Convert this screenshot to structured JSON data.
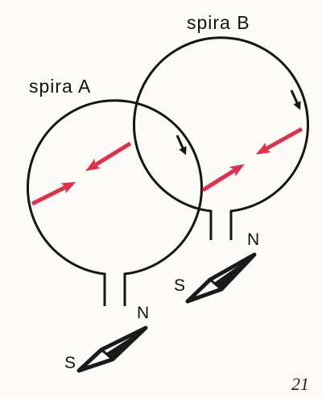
{
  "labels": {
    "loop_a": "spira A",
    "loop_b": "spira B",
    "compass_a_north": "N",
    "compass_a_south": "S",
    "compass_b_north": "N",
    "compass_b_south": "S"
  },
  "page_number": "21",
  "colors": {
    "wire": "#151515",
    "field_arrow": "#e0304a",
    "needle_dark": "#1a1a1a",
    "needle_light": "#ffffff"
  },
  "icons": {
    "compass_a": "compass-needle-icon",
    "compass_b": "compass-needle-icon"
  }
}
